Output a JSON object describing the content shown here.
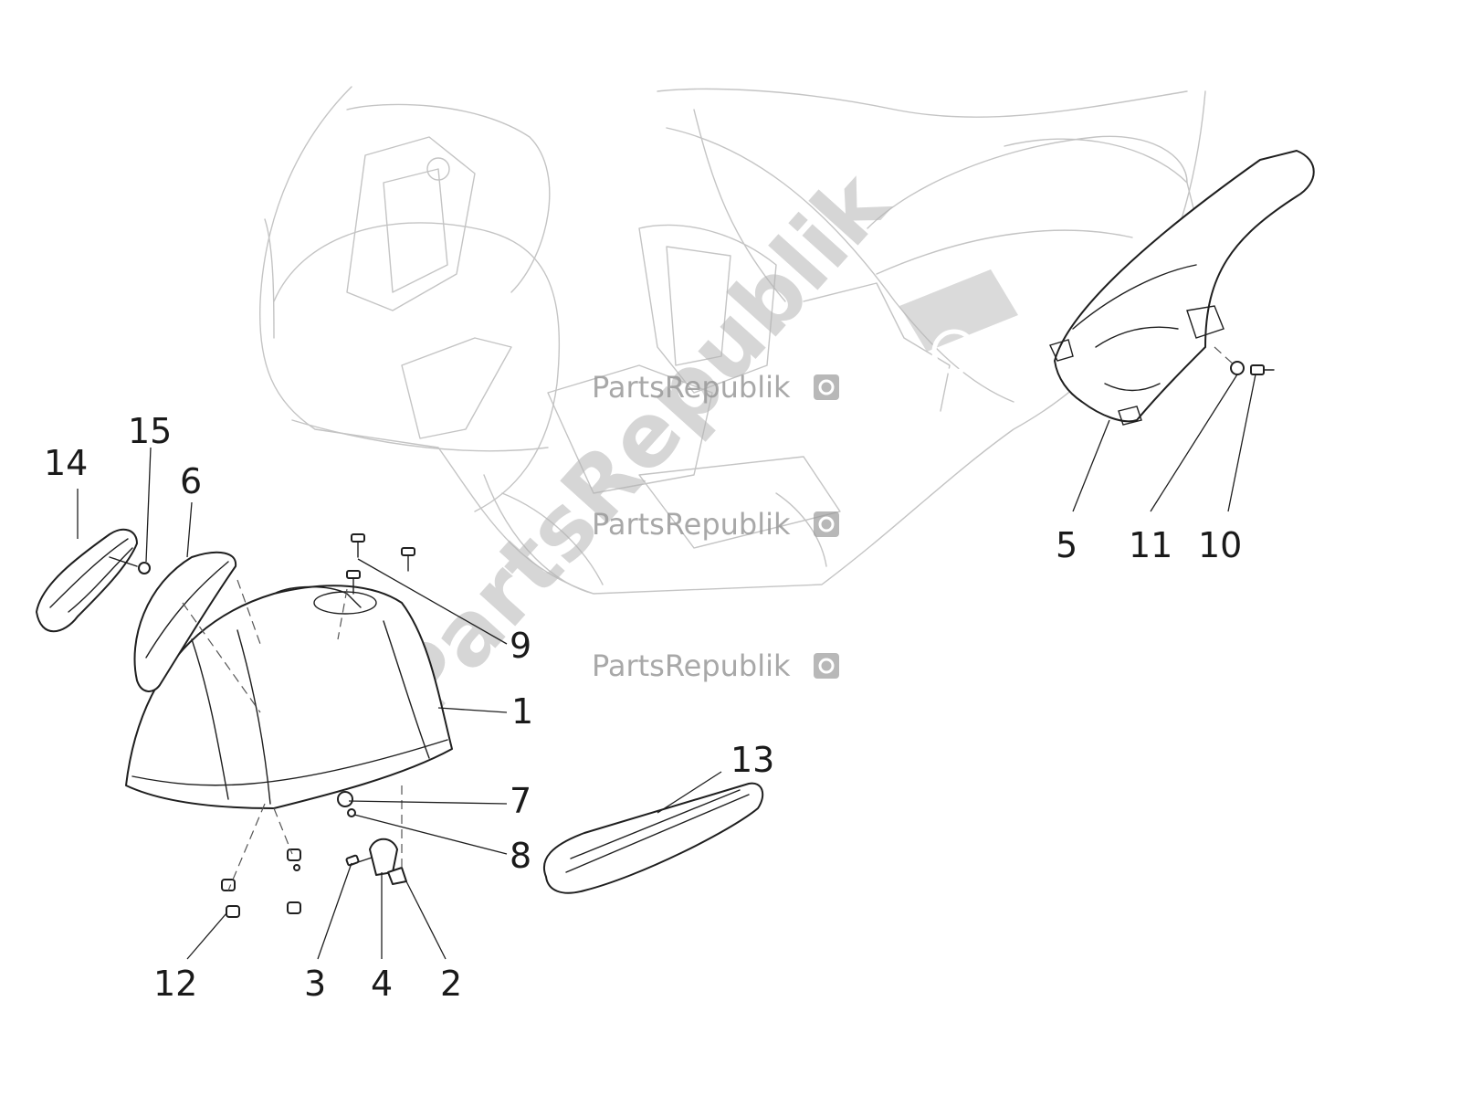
{
  "watermark": {
    "brand": "PartsRepublik",
    "diagonal": "PartsRepublik",
    "color": "#9a9a9a"
  },
  "callouts": [
    "1",
    "2",
    "3",
    "4",
    "5",
    "6",
    "7",
    "8",
    "9",
    "10",
    "11",
    "12",
    "13",
    "14",
    "15"
  ]
}
